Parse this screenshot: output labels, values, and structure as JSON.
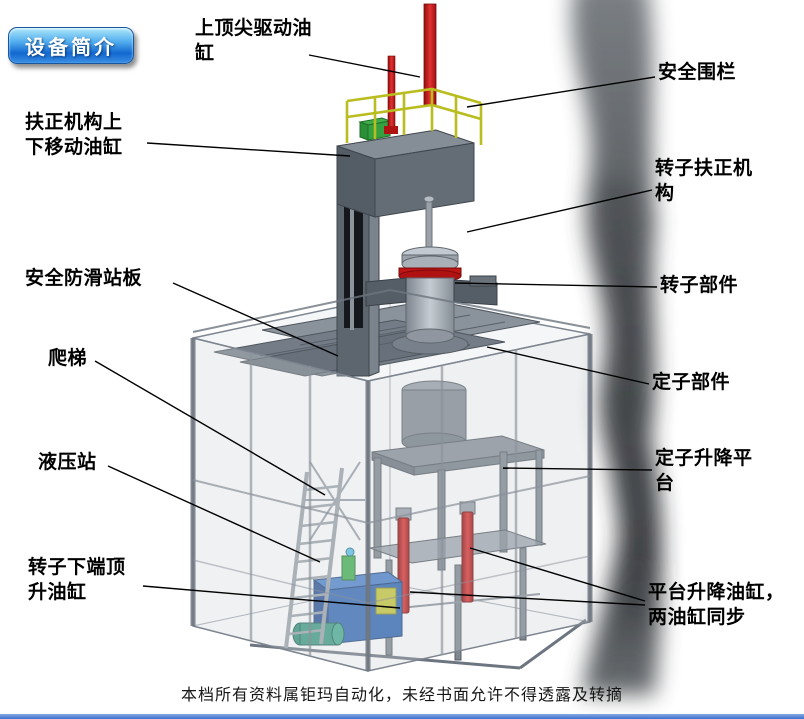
{
  "page": {
    "badge_label": "设备简介",
    "footer_note": "本档所有资料属钜玛自动化，未经书面允许不得透露及转摘"
  },
  "colors": {
    "badge_blue": "#1268cf",
    "cylinder_red": "#c41414",
    "railing_yellow": "#b9bd1f",
    "hydraulic_blue": "#2f66b5",
    "steel_gray": "#7d858e",
    "bottom_bar_blue": "#3b6fd4"
  },
  "labels": [
    {
      "name": "top-center-drive-cylinder",
      "text": "上顶尖驱动油\n缸"
    },
    {
      "name": "safety-fence",
      "text": "安全围栏"
    },
    {
      "name": "centering-mechanism-move-cylinder",
      "text": "扶正机构上\n下移动油缸"
    },
    {
      "name": "rotor-centering-mechanism",
      "text": "转子扶正机\n构"
    },
    {
      "name": "anti-slip-standing-plate",
      "text": "安全防滑站板"
    },
    {
      "name": "rotor-component",
      "text": "转子部件"
    },
    {
      "name": "ladder",
      "text": "爬梯"
    },
    {
      "name": "stator-component",
      "text": "定子部件"
    },
    {
      "name": "hydraulic-station",
      "text": "液压站"
    },
    {
      "name": "stator-lift-platform",
      "text": "定子升降平\n台"
    },
    {
      "name": "rotor-bottom-jack-cylinder",
      "text": "转子下端顶\n升油缸"
    },
    {
      "name": "platform-lift-cylinders",
      "text": "平台升降油缸，\n两油缸同步"
    }
  ]
}
